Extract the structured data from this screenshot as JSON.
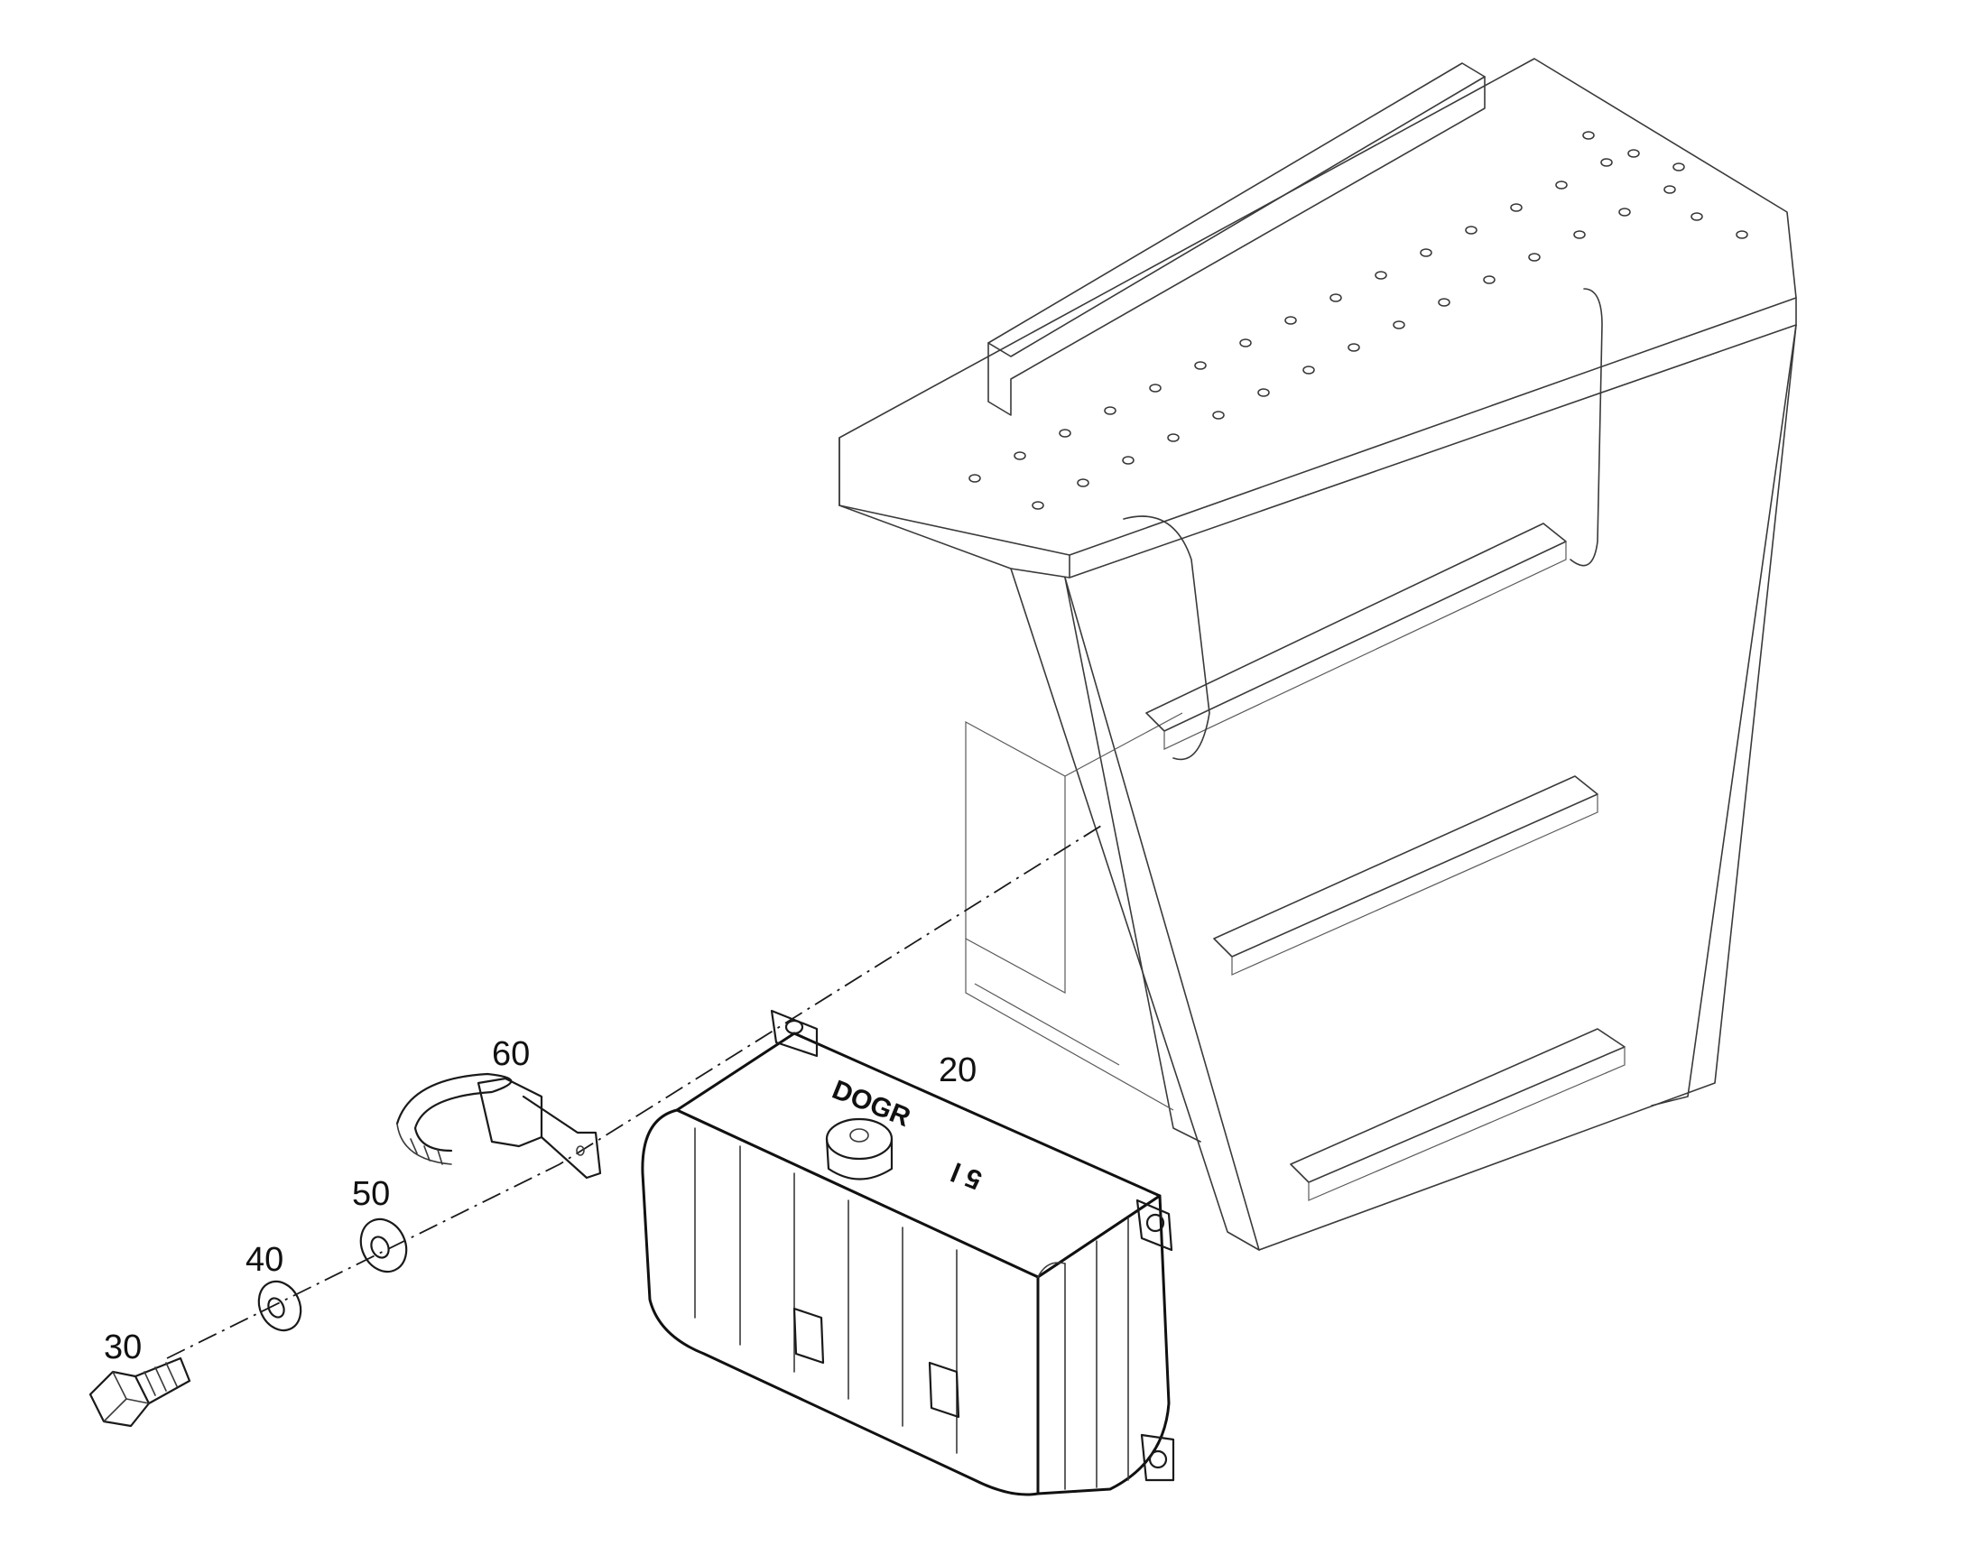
{
  "diagram": {
    "callouts": [
      {
        "id": "20",
        "label": "20"
      },
      {
        "id": "30",
        "label": "30"
      },
      {
        "id": "40",
        "label": "40"
      },
      {
        "id": "50",
        "label": "50"
      },
      {
        "id": "60",
        "label": "60"
      }
    ],
    "tank_markings": {
      "brand": "DOGR",
      "volume": "5 l"
    }
  }
}
